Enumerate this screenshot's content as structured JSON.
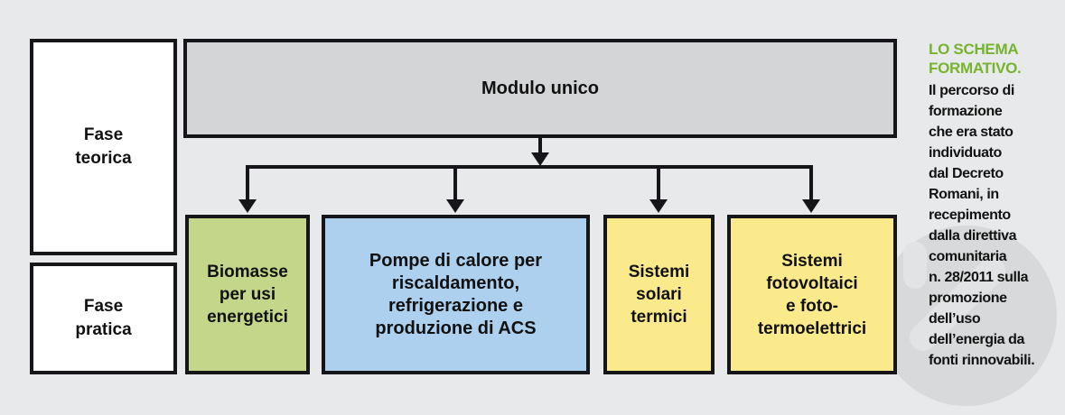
{
  "figure": {
    "background_color": "#e8e9eb",
    "phases": [
      {
        "label": "Fase\nteorica"
      },
      {
        "label": "Fase\npratica"
      }
    ],
    "root_module": {
      "label": "Modulo unico",
      "fill": "#d4d5d6"
    },
    "branches": [
      {
        "label": "Biomasse\nper usi\nenergetici",
        "fill": "#c3d689"
      },
      {
        "label": "Pompe di calore per\nriscaldamento,\nrefrigerazione e\nproduzione di ACS",
        "fill": "#acd0ee"
      },
      {
        "label": "Sistemi\nsolari\ntermici",
        "fill": "#fbea8b"
      },
      {
        "label": "Sistemi\nfotovoltaici\ne foto-\ntermoelettrici",
        "fill": "#fbea8b"
      }
    ],
    "border_color": "#16161a"
  },
  "sidebar": {
    "title": "LO SCHEMA\nFORMATIVO.",
    "title_color": "#76b32e",
    "body": "Il percorso di\nformazione\nche era stato\nindividuato\ndal Decreto\nRomani, in\nrecepimento\ndalla direttiva\ncomunitaria\nn. 28/2011 sulla\npromozione\ndell’uso\ndell’energia da\nfonti rinnovabili."
  },
  "watermark": {
    "icon": "circular-logo-watermark"
  }
}
